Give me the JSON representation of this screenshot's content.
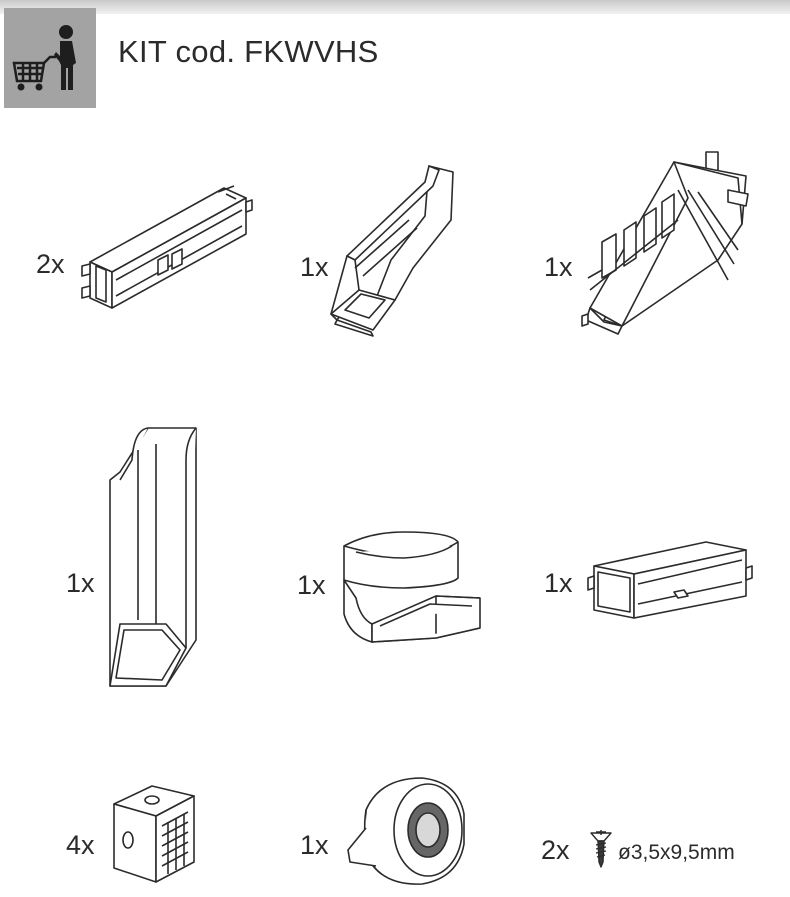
{
  "header": {
    "icon": "shopping-cart-person-icon",
    "title": "KIT cod. FKWVHS"
  },
  "parts": [
    {
      "id": "straight-duct-connector",
      "qty": "2x"
    },
    {
      "id": "vertical-bend-adapter",
      "qty": "1x"
    },
    {
      "id": "telescopic-hood-adapter",
      "qty": "1x"
    },
    {
      "id": "flat-duct-channel",
      "qty": "1x"
    },
    {
      "id": "elbow-90-adapter",
      "qty": "1x"
    },
    {
      "id": "duct-coupling-valve",
      "qty": "1x"
    },
    {
      "id": "foam-spacer-block",
      "qty": "4x"
    },
    {
      "id": "adhesive-tape-roll",
      "qty": "1x"
    },
    {
      "id": "screw",
      "qty": "2x",
      "spec": "ø3,5x9,5mm"
    }
  ],
  "colors": {
    "icon_box": "#a3a3a3",
    "line": "#2b2b2b"
  }
}
